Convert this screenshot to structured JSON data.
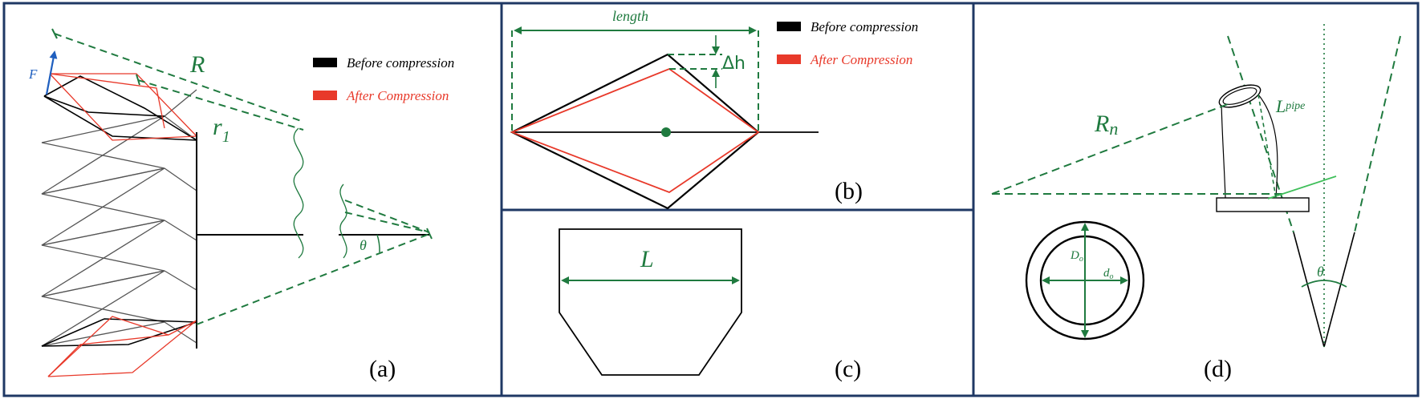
{
  "panels": {
    "a": {
      "tag": "(a)",
      "force_label": "F",
      "radius_label": "R",
      "inner_radius_label": "r",
      "inner_radius_sub": "1",
      "angle_label": "θ",
      "legend": [
        {
          "label": "Before compression",
          "color": "#000000"
        },
        {
          "label": "After Compression",
          "color": "#e8392a"
        }
      ]
    },
    "b": {
      "tag": "(b)",
      "length_label": "length",
      "delta_label": "Δh",
      "legend": [
        {
          "label": "Before compression",
          "color": "#000000"
        },
        {
          "label": "After Compression",
          "color": "#e8392a"
        }
      ]
    },
    "c": {
      "tag": "(c)",
      "length_label": "L"
    },
    "d": {
      "tag": "(d)",
      "radius_label": "R",
      "radius_sub": "n",
      "pipe_label": "L",
      "pipe_sub": "pipe",
      "outer_diam_label": "D",
      "outer_diam_sub": "o",
      "inner_diam_label": "d",
      "inner_diam_sub": "o",
      "angle_label": "θ"
    }
  },
  "colors": {
    "frame": "#1f3864",
    "dimension": "#1f7a3f",
    "force": "#1f5fbf",
    "after": "#e8392a",
    "before": "#000000",
    "structure": "#555555"
  }
}
